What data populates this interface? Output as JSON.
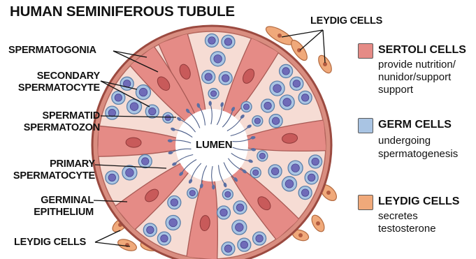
{
  "title": "HUMAN SEMINIFEROUS TUBULE",
  "labels": {
    "leydig_top": "LEYDIG CELLS",
    "spermatogonia": "SPERMATOGONIA",
    "secondary_1": "SECONDARY",
    "secondary_2": "SPERMATOCYTE",
    "spermatid_1": "SPERMATID",
    "spermatid_2": "SPERMATOZON",
    "lumen": "LUMEN",
    "primary_1": "PRIMARY",
    "primary_2": "SPERMATOCYTE",
    "germinal_1": "GERMINAL",
    "germinal_2": "EPITHELIUM",
    "leydig_bottom": "LEYDIG CELLS"
  },
  "legend": [
    {
      "title": "SERTOLI CELLS",
      "lines": [
        "provide nutrition/",
        "nunidor/support",
        "support"
      ],
      "color": "#e58b86"
    },
    {
      "title": "GERM CELLS",
      "lines": [
        "undergoing",
        "spermatogenesis"
      ],
      "color": "#a9c4e3"
    },
    {
      "title": "LEYDIG CELLS",
      "lines": [
        "secretes",
        "testosterone"
      ],
      "color": "#f0a97a"
    }
  ],
  "colors": {
    "tubule_wall": "#9b4a40",
    "wall_fill": "#d98d80",
    "epithelium_bg": "#f6dcd4",
    "sertoli": "#e58b86",
    "germ": "#a9c4e3",
    "germ_nucleus": "#6f6bb8",
    "leydig": "#f0a97a"
  }
}
